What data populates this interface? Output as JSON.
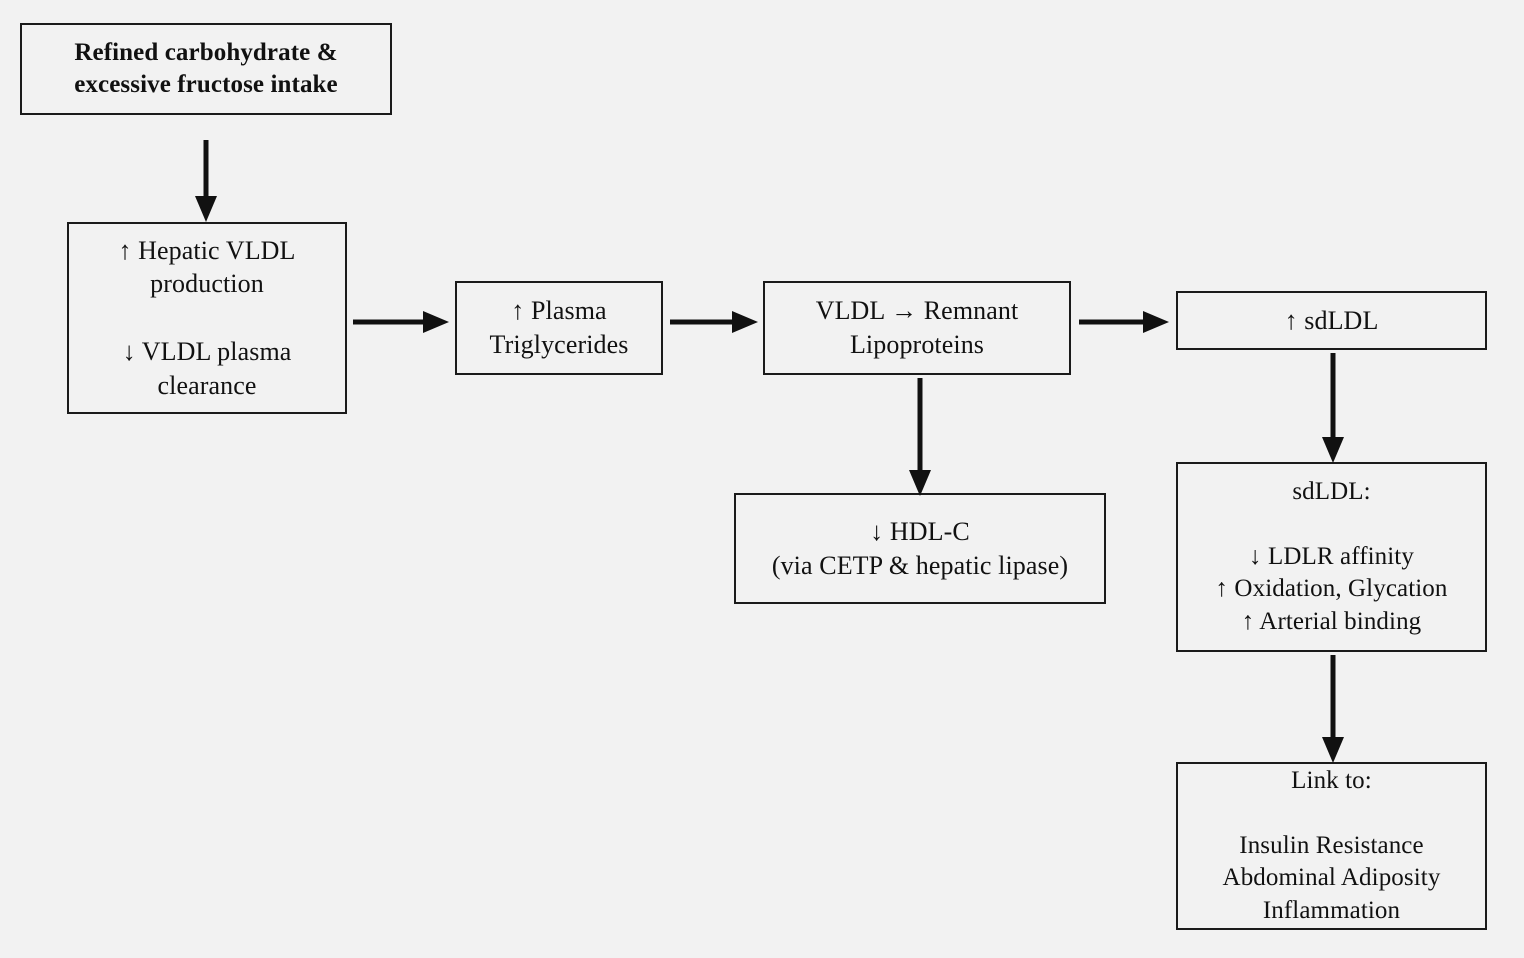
{
  "diagram": {
    "title": "Refined carbohydrate and fructose intake pathway to small dense LDL",
    "background_color": "#f2f2f2",
    "line_color": "#111111",
    "nodes": [
      {
        "id": "intake",
        "name": "refined-carbohydrate-intake-box",
        "text": "Refined carbohydrate &\nexcessive fructose intake",
        "bold": true
      },
      {
        "id": "vldl",
        "name": "hepatic-vldl-box",
        "text": "↑ Hepatic VLDL\nproduction\n\n↓ VLDL plasma\nclearance",
        "bold": false
      },
      {
        "id": "tg",
        "name": "plasma-triglycerides-box",
        "text": "↑ Plasma\nTriglycerides",
        "bold": false
      },
      {
        "id": "remnant",
        "name": "vldl-remnant-lipoproteins-box",
        "text": "VLDL → Remnant\nLipoproteins",
        "bold": false
      },
      {
        "id": "sdldl",
        "name": "sdldl-increase-box",
        "text": "↑ sdLDL",
        "bold": false
      },
      {
        "id": "hdl",
        "name": "hdl-c-decrease-box",
        "text": "↓ HDL-C\n(via CETP & hepatic lipase)",
        "bold": false
      },
      {
        "id": "sdldlprops",
        "name": "sdldl-properties-box",
        "text": "sdLDL:\n\n↓ LDLR affinity\n↑ Oxidation, Glycation\n↑ Arterial binding",
        "bold": false
      },
      {
        "id": "link",
        "name": "clinical-link-box",
        "text": "Link to:\n\nInsulin Resistance\nAbdominal Adiposity\nInflammation",
        "bold": false
      }
    ],
    "edges": [
      {
        "name": "arrow-intake-to-vldl",
        "from": "intake",
        "to": "vldl",
        "direction": "down"
      },
      {
        "name": "arrow-vldl-to-tg",
        "from": "vldl",
        "to": "tg",
        "direction": "right"
      },
      {
        "name": "arrow-tg-to-remnant",
        "from": "tg",
        "to": "remnant",
        "direction": "right"
      },
      {
        "name": "arrow-remnant-to-sdldl",
        "from": "remnant",
        "to": "sdldl",
        "direction": "right"
      },
      {
        "name": "arrow-remnant-to-hdl",
        "from": "remnant",
        "to": "hdl",
        "direction": "down"
      },
      {
        "name": "arrow-sdldl-to-props",
        "from": "sdldl",
        "to": "sdldlprops",
        "direction": "down"
      },
      {
        "name": "arrow-props-to-link",
        "from": "sdldlprops",
        "to": "link",
        "direction": "down"
      }
    ]
  }
}
